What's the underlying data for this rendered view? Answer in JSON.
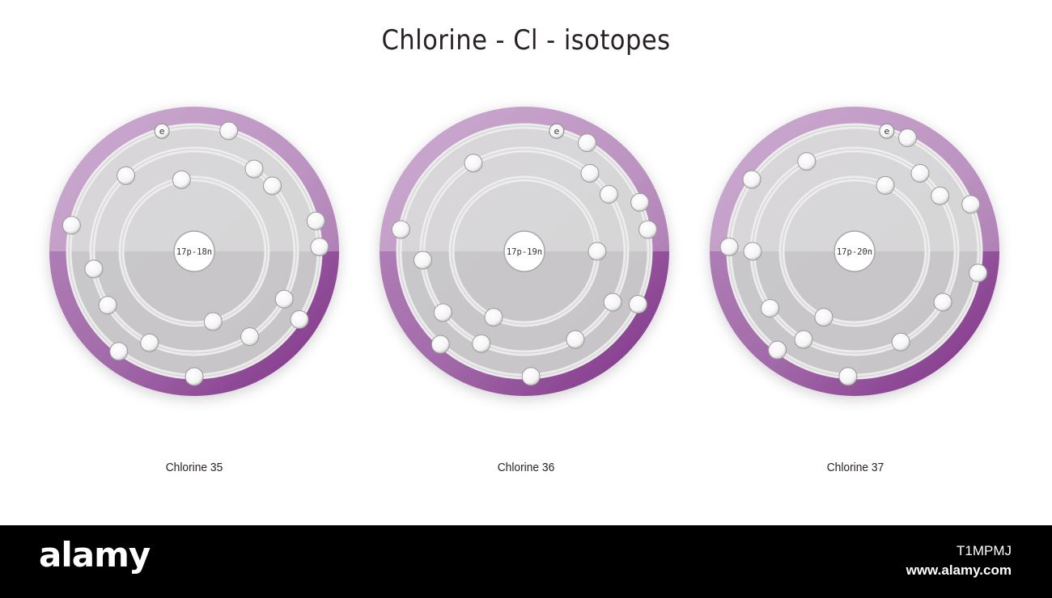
{
  "title": "Chlorine - Cl - isotopes",
  "colors": {
    "outer_ring": "#a06aa8",
    "outer_ring_dark": "#8a3f8f",
    "disc": "#c9c9c9",
    "shell": "#efefef",
    "electron": "#ffffff",
    "nucleus": "#ffffff"
  },
  "electron_label": "e",
  "shells_per_atom": [
    2,
    8,
    7
  ],
  "isotopes": [
    {
      "caption": "Chlorine 35",
      "nucleus_label": "17p-18n"
    },
    {
      "caption": "Chlorine 36",
      "nucleus_label": "17p-19n"
    },
    {
      "caption": "Chlorine 37",
      "nucleus_label": "17p-20n"
    }
  ],
  "footer": {
    "brand": "alamy",
    "image_id": "T1MPMJ",
    "url": "www.alamy.com"
  }
}
